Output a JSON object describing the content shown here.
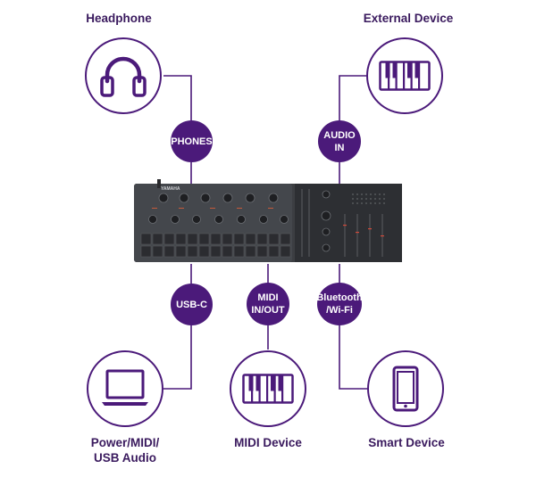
{
  "devices": {
    "headphone": {
      "label": "Headphone",
      "icon": "headphone-icon"
    },
    "external": {
      "label": "External Device",
      "icon": "keyboard-icon"
    },
    "power": {
      "label_line1": "Power/MIDI/",
      "label_line2": "USB Audio",
      "icon": "laptop-icon"
    },
    "midi_device": {
      "label": "MIDI Device",
      "icon": "keyboard-icon"
    },
    "smart": {
      "label": "Smart Device",
      "icon": "smartphone-icon"
    }
  },
  "ports": {
    "phones": "PHONES",
    "audio_in": "AUDIO IN",
    "usb_c": "USB-C",
    "midi_line1": "MIDI",
    "midi_line2": "IN/OUT",
    "bt_line1": "Bluetooth",
    "bt_line2": "/Wi-Fi"
  },
  "hardware": {
    "brand": "YAMAHA",
    "icon": "synth-device-icon"
  },
  "colors": {
    "accent": "#4b1a7a",
    "device_body": "#3c3e42",
    "text": "#3a1a5e"
  }
}
